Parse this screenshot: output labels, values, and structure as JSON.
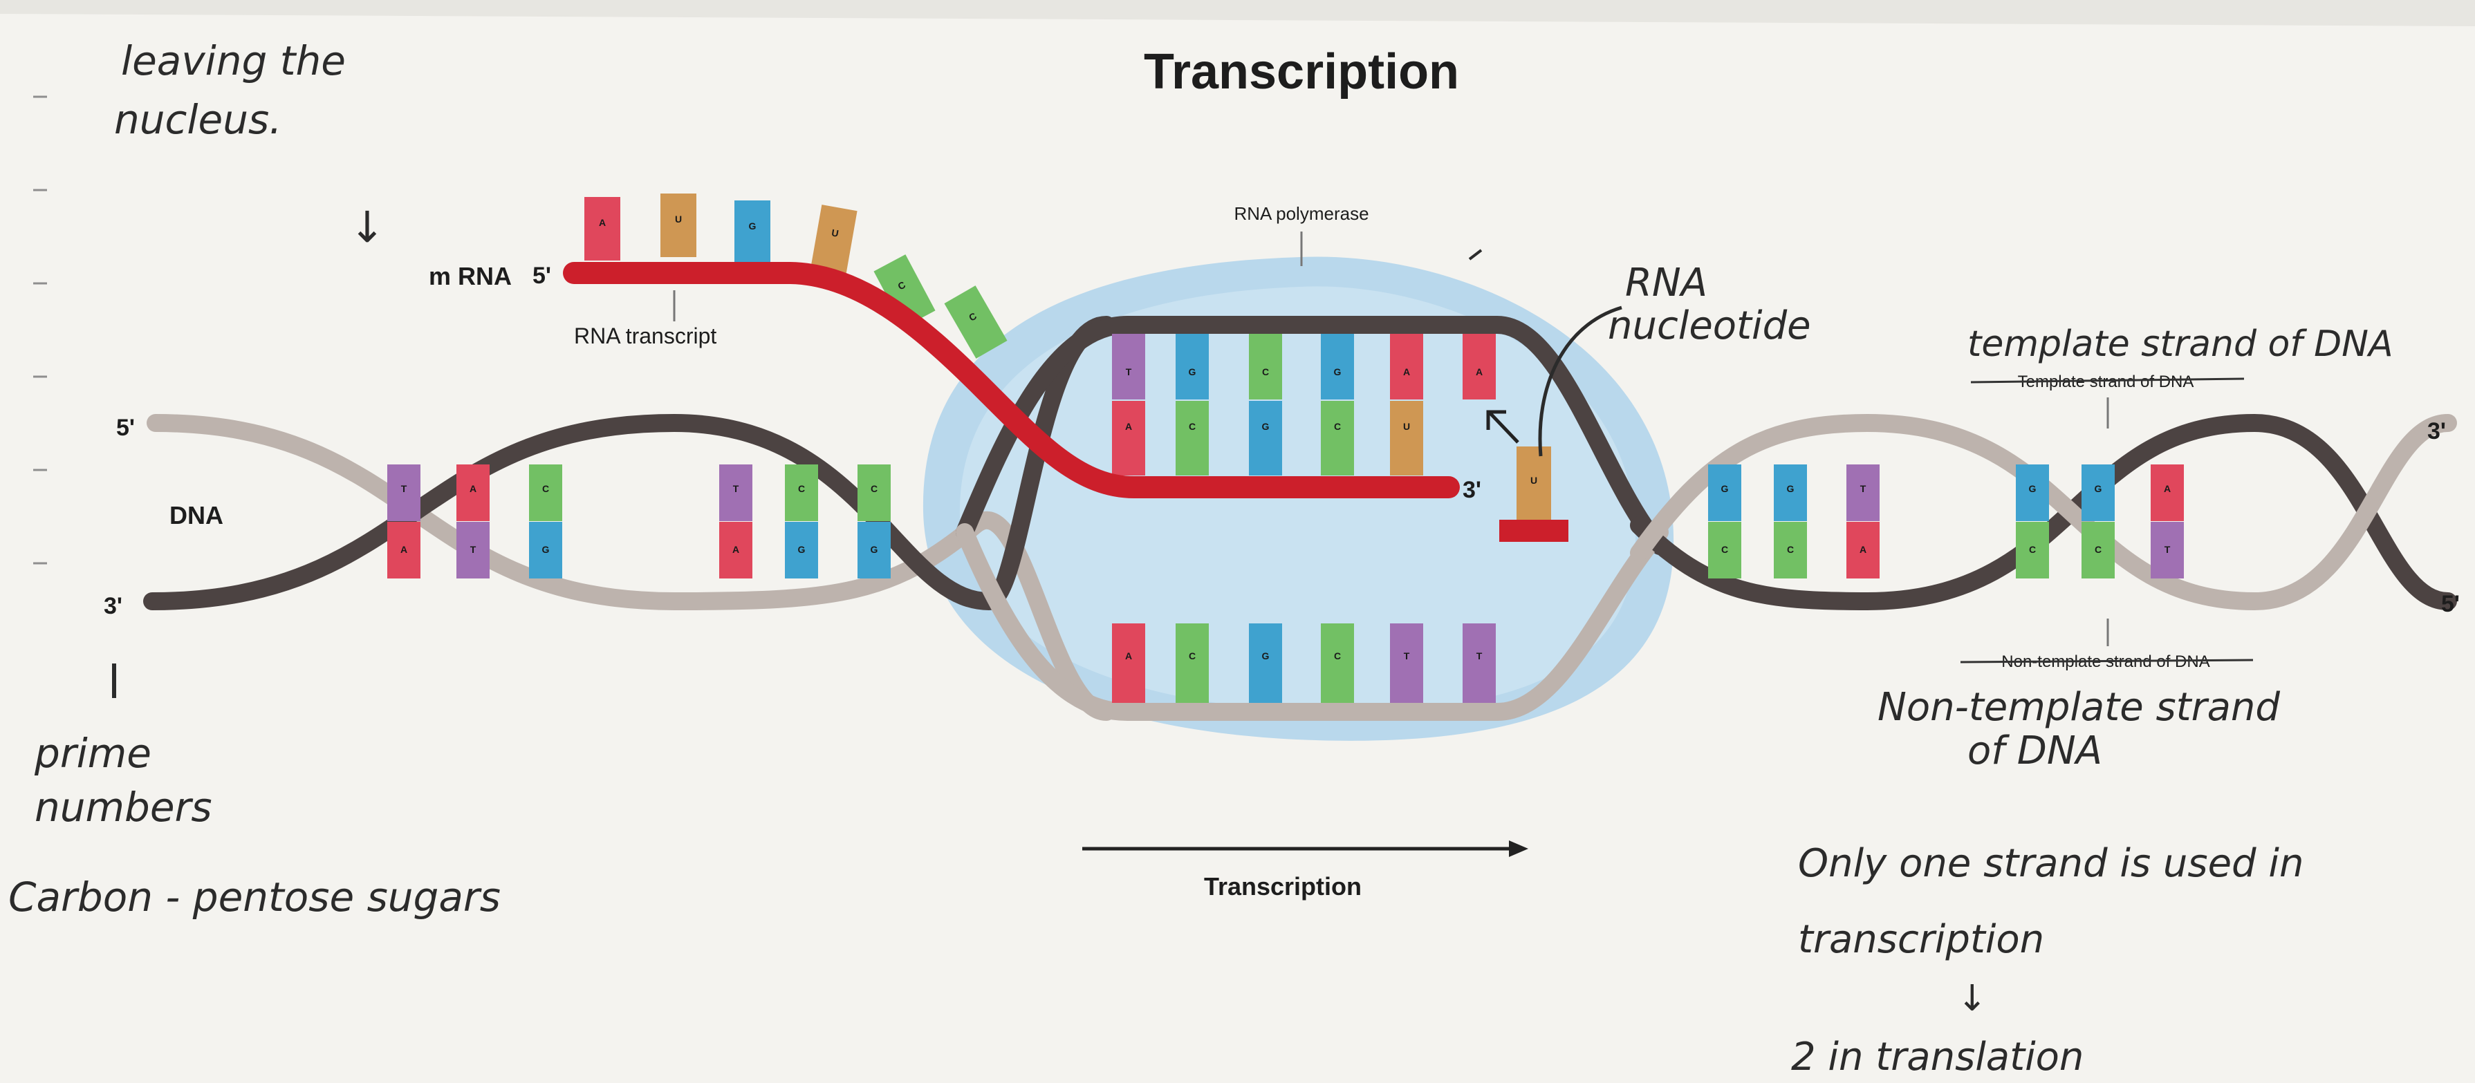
{
  "diagram": {
    "title": "Transcription",
    "labels": {
      "mrna": "m RNA",
      "five_prime": "5'",
      "three_prime": "3'",
      "rna_transcript": "RNA transcript",
      "rna_polymerase": "RNA polymerase",
      "dna": "DNA",
      "template_strand_printed": "Template strand of DNA",
      "nontemplate_strand_printed": "Non-template strand of DNA",
      "transcription_arrow": "Transcription"
    },
    "bases": {
      "rna_tail": [
        "A",
        "U",
        "G",
        "U",
        "C",
        "C"
      ],
      "left_top": [
        "T",
        "A",
        "C",
        "T",
        "C",
        "C"
      ],
      "left_bottom": [
        "A",
        "T",
        "G",
        "A",
        "G",
        "G"
      ],
      "bubble_template": [
        "T",
        "G",
        "C",
        "G",
        "A",
        "A"
      ],
      "bubble_rna": [
        "A",
        "C",
        "G",
        "C",
        "U"
      ],
      "free_nucleotide": "U",
      "bubble_coding": [
        "A",
        "C",
        "G",
        "C",
        "T",
        "T"
      ],
      "right_top": [
        "G",
        "G",
        "T",
        "G",
        "G",
        "A"
      ],
      "right_bottom": [
        "C",
        "C",
        "A",
        "C",
        "C",
        "T"
      ]
    },
    "colors": {
      "A": "#e0475c",
      "T": "#a070b3",
      "G": "#3fa2cf",
      "C": "#72c064",
      "U": "#cf9753",
      "rna_strand": "#cc1f2b",
      "dark_strand": "#4c4342",
      "light_strand": "#bdb3ad",
      "polymerase": "#b9d8ec"
    }
  },
  "notes": {
    "leaving_nucleus": [
      "leaving the",
      "nucleus."
    ],
    "arrow_down": "↓",
    "rna_nucleotide": [
      "RNA",
      "nucleotide"
    ],
    "template_strand": "template strand of DNA",
    "nontemplate_strand": [
      "Non-template strand",
      "of DNA"
    ],
    "prime_numbers": [
      "prime",
      "numbers"
    ],
    "carbon_pentose": "Carbon - pentose sugars",
    "only_one_strand": [
      "Only one strand is used in",
      "transcription"
    ],
    "two_in_translation": "2 in translation"
  }
}
